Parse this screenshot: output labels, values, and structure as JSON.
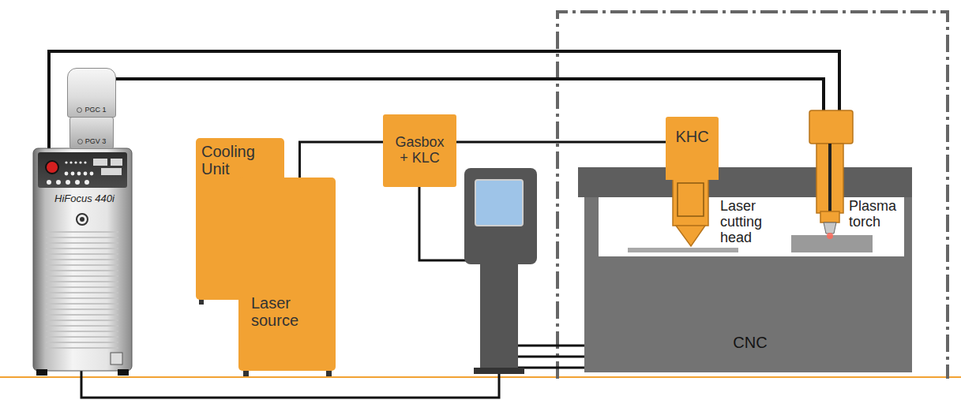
{
  "diagram": {
    "nodes": [
      {
        "text": [
          "HiFocus 440i"
        ]
      },
      {
        "text": [
          "PGC 1"
        ]
      },
      {
        "text": [
          "PGV 3"
        ]
      },
      {
        "text": [
          "Cooling Unit"
        ]
      },
      {
        "text": [
          "Laser source"
        ]
      },
      {
        "text": [
          "Gasbox + KLC"
        ]
      },
      {
        "text": [
          "KHC"
        ]
      },
      {
        "text": [
          "CNC"
        ]
      }
    ],
    "edges": [
      {
        "from": 4,
        "to": 5,
        "arrow": "none"
      },
      {
        "from": 5,
        "to": 6,
        "arrow": "none"
      }
    ],
    "labels": [
      "Laser cutting head",
      "Plasma torch"
    ]
  }
}
